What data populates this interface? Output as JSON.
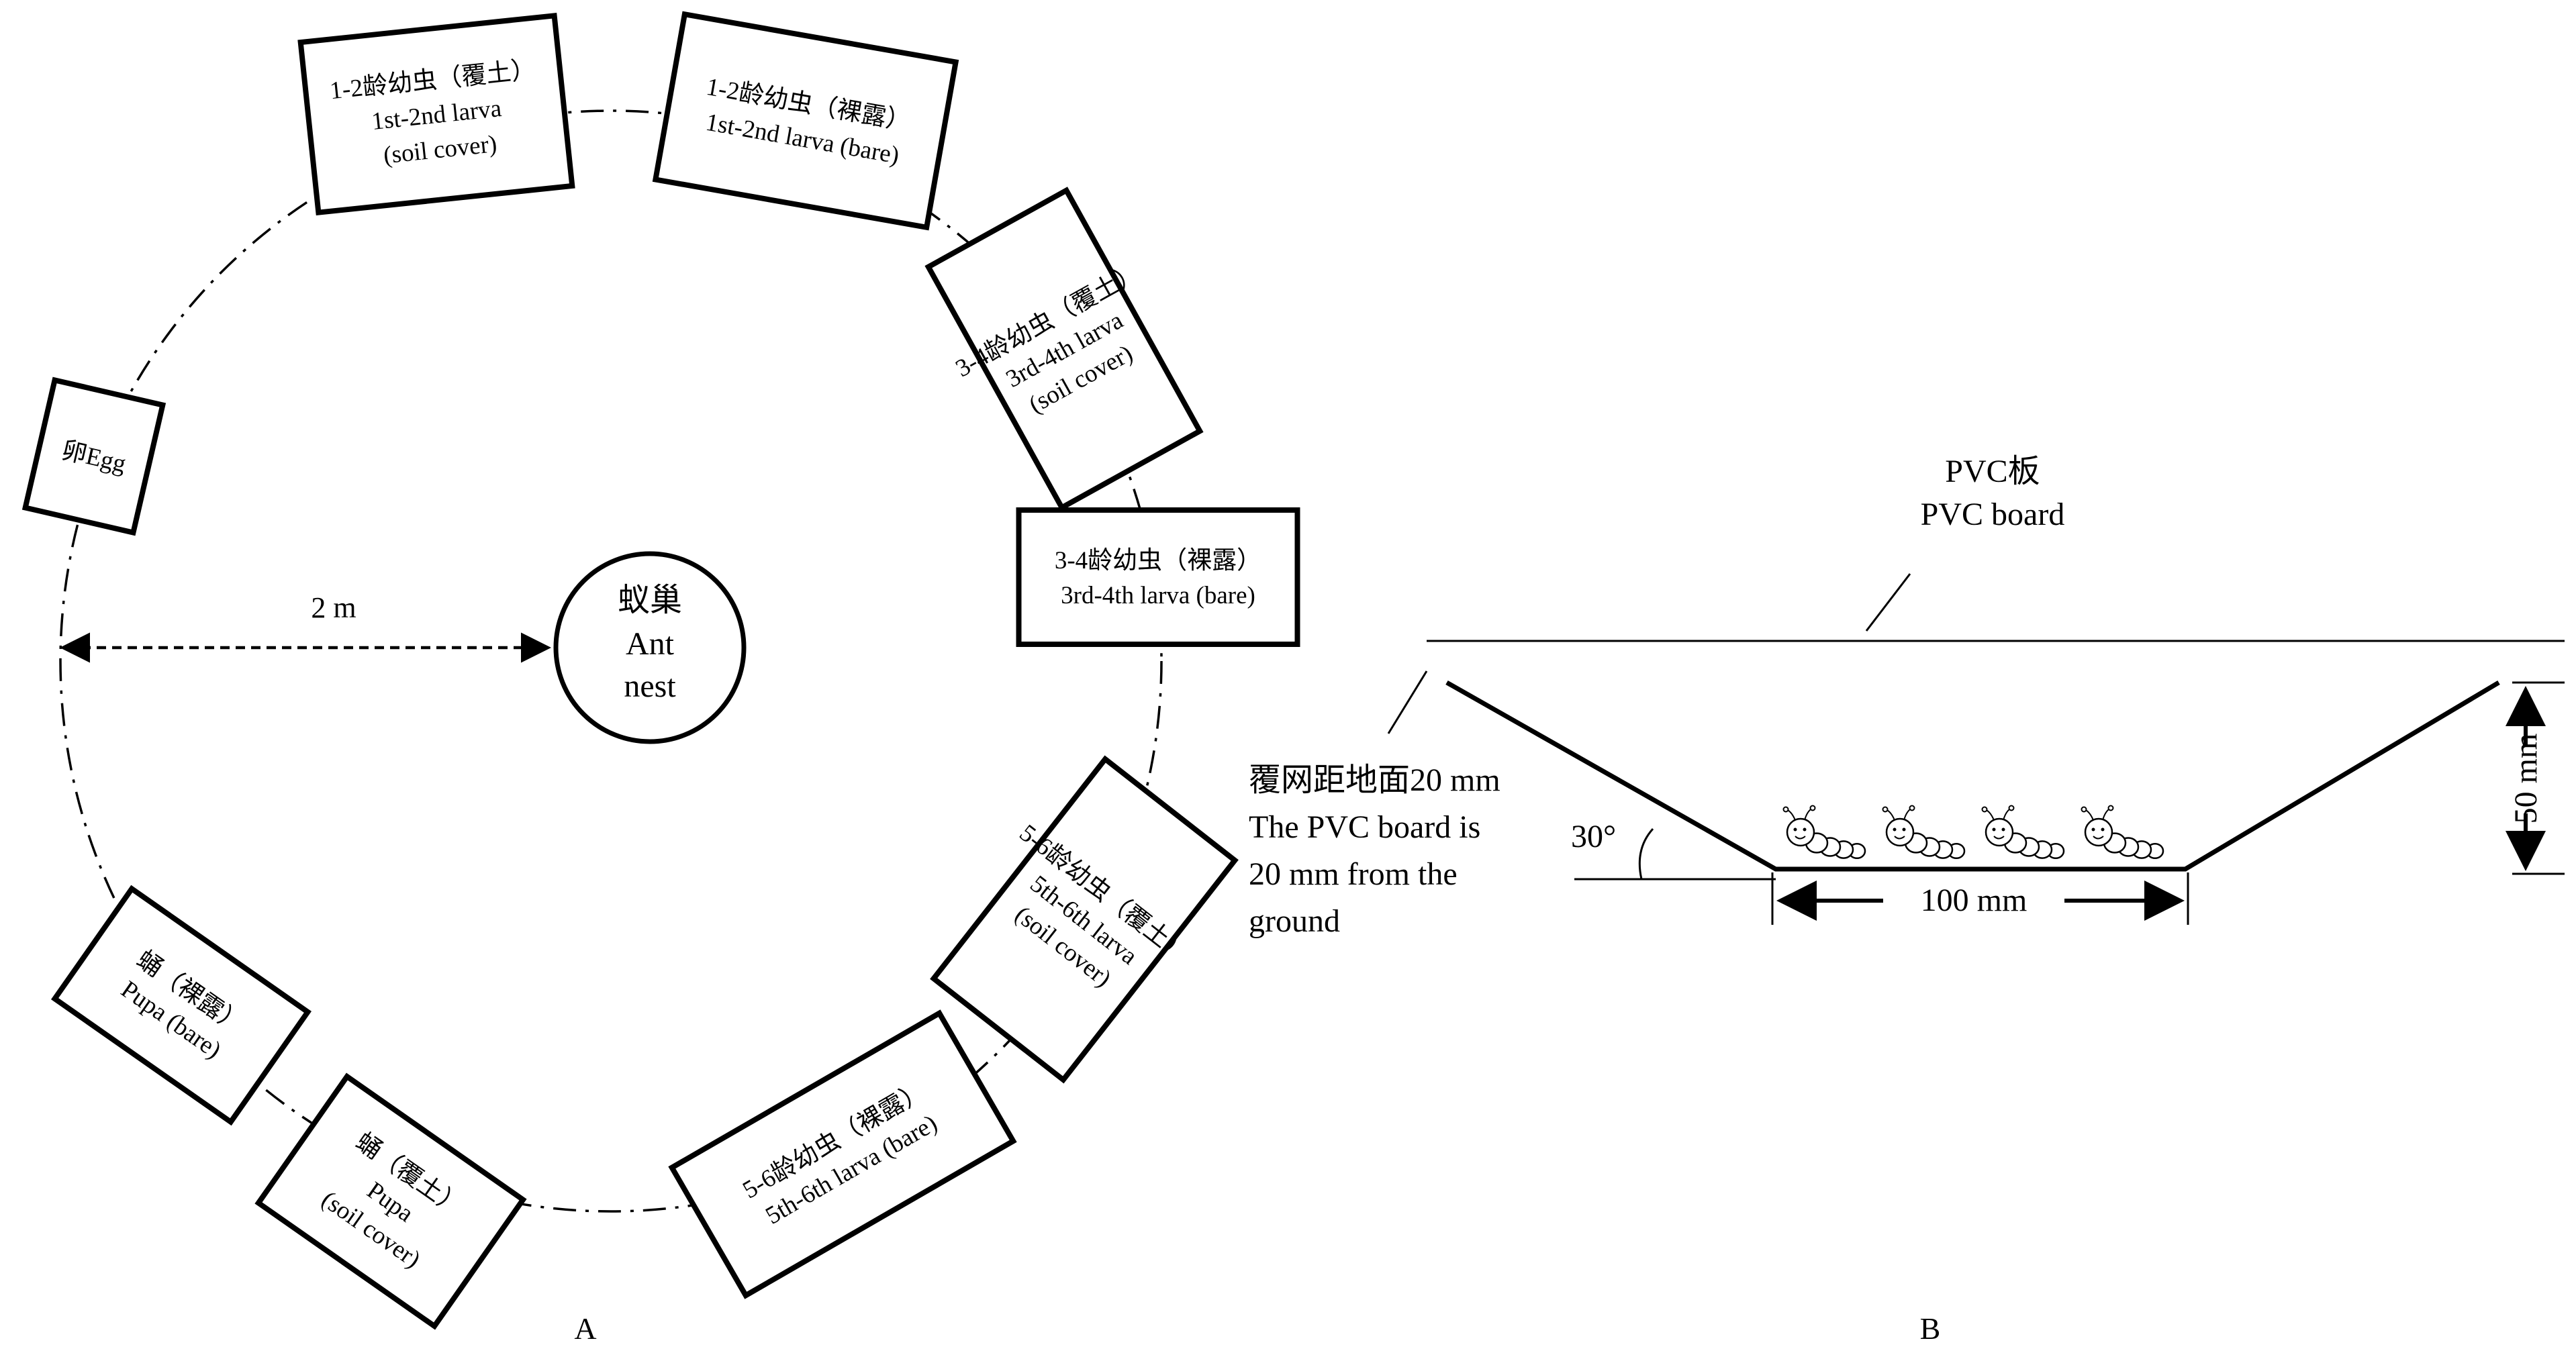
{
  "panel_a": {
    "label": "A",
    "nest": {
      "zh": "蚁巢",
      "en1": "Ant",
      "en2": "nest"
    },
    "radius_label": "2 m",
    "stations": [
      {
        "id": "egg",
        "lines": [
          "卵Egg"
        ]
      },
      {
        "id": "larva12-soil",
        "lines": [
          "1-2龄幼虫（覆土）",
          "1st-2nd larva",
          "(soil cover)"
        ]
      },
      {
        "id": "larva12-bare",
        "lines": [
          "1-2龄幼虫（裸露）",
          "1st-2nd larva (bare)"
        ]
      },
      {
        "id": "larva34-soil",
        "lines": [
          "3-4龄幼虫（覆土）",
          "3rd-4th larva",
          "(soil cover)"
        ]
      },
      {
        "id": "larva34-bare",
        "lines": [
          "3-4龄幼虫（裸露）",
          "3rd-4th larva (bare)"
        ]
      },
      {
        "id": "larva56-soil",
        "lines": [
          "5-6龄幼虫（覆土）",
          "5th-6th larva",
          "(soil cover)"
        ]
      },
      {
        "id": "larva56-bare",
        "lines": [
          "5-6龄幼虫（裸露）",
          "5th-6th larva (bare)"
        ]
      },
      {
        "id": "pupa-soil",
        "lines": [
          "蛹（覆土）",
          "Pupa",
          "(soil cover)"
        ]
      },
      {
        "id": "pupa-bare",
        "lines": [
          "蛹（裸露）",
          "Pupa (bare)"
        ]
      }
    ]
  },
  "panel_b": {
    "label": "B",
    "board": {
      "zh": "PVC板",
      "en": "PVC board"
    },
    "gap_note": [
      "覆网距地面20 mm",
      "The PVC board is",
      "20 mm from the",
      "ground"
    ],
    "angle_label": "30°",
    "width_label": "100 mm",
    "depth_label": "50 mm",
    "larva_icon": "caterpillar-icon",
    "larva_count": 4
  }
}
